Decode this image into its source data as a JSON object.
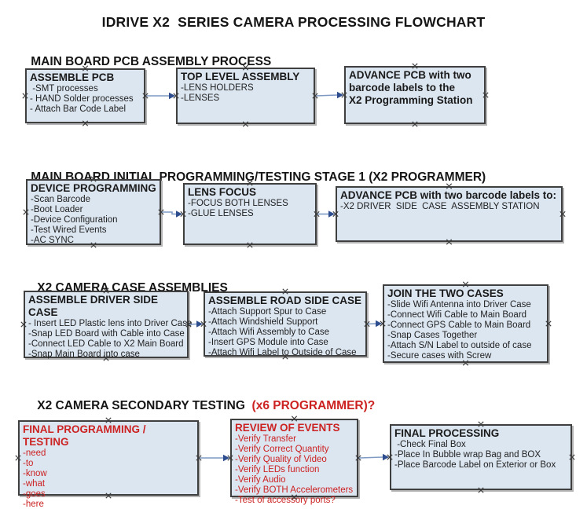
{
  "title": "IDRIVE X2  SERIES CAMERA PROCESSING FLOWCHART",
  "colors": {
    "box_fill": "#dce6f1",
    "box_border": "#3f3f3f",
    "arrow_line": "#7e9ac4",
    "arrow_head": "#2e4d8e",
    "handle": "#3d3d3d",
    "red_text": "#cc2222"
  },
  "sections": [
    {
      "heading": "MAIN BOARD PCB ASSEMBLY PROCESS",
      "boxes": [
        {
          "title": "ASSEMBLE PCB",
          "items": [
            " -SMT processes",
            "- HAND Solder processes",
            "- Attach Bar Code Label"
          ]
        },
        {
          "title": "TOP LEVEL ASSEMBLY",
          "items": [
            "-LENS HOLDERS",
            "-LENSES"
          ]
        },
        {
          "title": "ADVANCE PCB with two\nbarcode labels to the\n X2 Programming Station",
          "items": []
        }
      ]
    },
    {
      "heading": "MAIN BOARD INITIAL PROGRAMMING/TESTING STAGE 1 (X2 PROGRAMMER)",
      "boxes": [
        {
          "title": "DEVICE PROGRAMMING",
          "items": [
            "-Scan Barcode",
            "-Boot Loader",
            "-Device Configuration",
            "-Test Wired Events",
            "-AC SYNC"
          ]
        },
        {
          "title": "LENS FOCUS",
          "items": [
            "-FOCUS BOTH LENSES",
            "-GLUE LENSES"
          ]
        },
        {
          "title": "ADVANCE PCB with two barcode labels to:",
          "items": [
            "-X2 DRIVER  SIDE  CASE  ASSEMBLY STATION"
          ]
        }
      ]
    },
    {
      "heading": "X2 CAMERA CASE ASSEMBLIES",
      "boxes": [
        {
          "title": "ASSEMBLE DRIVER SIDE CASE",
          "items": [
            "- Insert LED Plastic lens into Driver Case",
            "-Snap LED Board with Cable into Case",
            "-Connect LED Cable to X2 Main Board",
            "-Snap Main Board into case"
          ]
        },
        {
          "title": "ASSEMBLE ROAD SIDE CASE",
          "items": [
            "-Attach Support Spur to Case",
            "-Attach Windshield Support",
            "-Attach Wifi Assembly to Case",
            "-Insert GPS Module into Case",
            "-Attach Wifi Label to Outside of Case"
          ]
        },
        {
          "title": "JOIN THE TWO CASES",
          "items": [
            "-Slide Wifi Antenna into Driver Case",
            "-Connect Wifi Cable to Main Board",
            "-Connect GPS Cable to Main Board",
            "-Snap Cases Together",
            "-Attach S/N Label to outside of case",
            "-Secure cases with Screw"
          ]
        }
      ]
    },
    {
      "heading": "X2 CAMERA SECONDARY TESTING",
      "heading_red": "  (x6 PROGRAMMER)?",
      "boxes": [
        {
          "title": "FINAL PROGRAMMING / TESTING",
          "items": [
            "-need",
            "-to",
            "-know",
            "-what",
            "-goes",
            "-here"
          ]
        },
        {
          "title": "REVIEW OF EVENTS",
          "items": [
            "-Verify Transfer",
            "-Verify Correct Quantity",
            "-Verify Quality of Video",
            "-Verify LEDs function",
            "-Verify Audio",
            "-Verify BOTH Accelerometers",
            "-Test of accessory ports?"
          ]
        },
        {
          "title": "FINAL PROCESSING",
          "items": [
            " -Check Final Box",
            "-Place In Bubble wrap Bag and BOX",
            "-Place Barcode Label on Exterior or Box"
          ]
        }
      ]
    }
  ],
  "connections": [
    {
      "from": "box-a",
      "to": "box-b"
    },
    {
      "from": "box-b",
      "to": "box-c"
    },
    {
      "from": "box-d",
      "to": "box-e"
    },
    {
      "from": "box-e",
      "to": "box-f"
    },
    {
      "from": "box-g",
      "to": "box-h"
    },
    {
      "from": "box-h",
      "to": "box-i"
    },
    {
      "from": "box-j",
      "to": "box-k"
    },
    {
      "from": "box-k",
      "to": "box-l"
    }
  ]
}
